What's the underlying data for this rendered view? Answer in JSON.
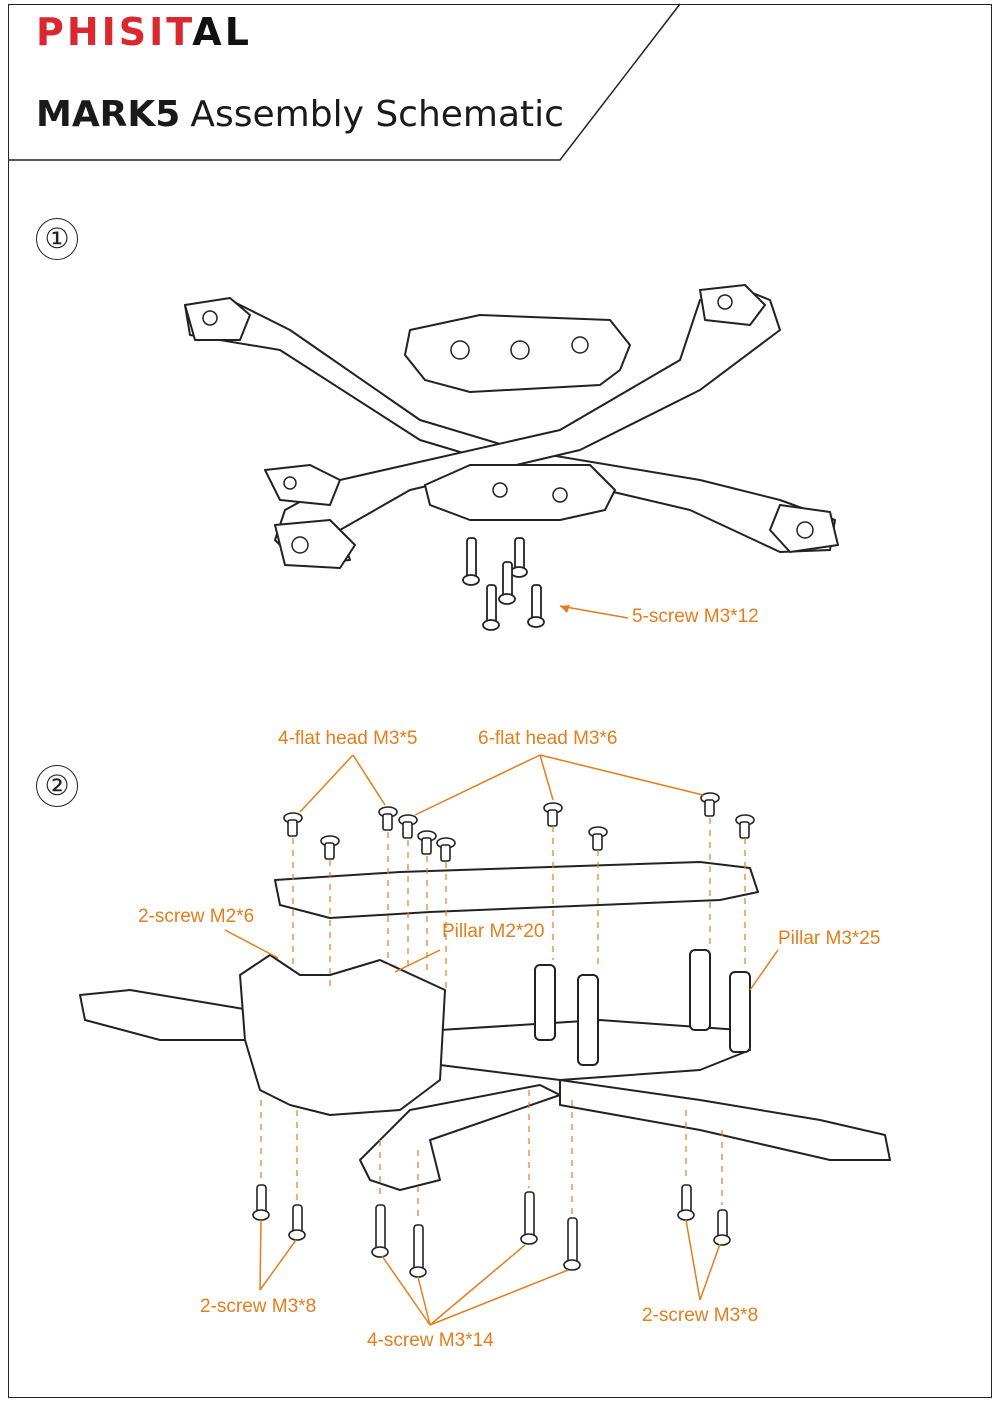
{
  "header": {
    "brand_part1": "PHISIT",
    "brand_part2": "AL",
    "title_bold": "MARK5",
    "title_rest": "Assembly Schematic"
  },
  "steps": {
    "step1": "①",
    "step2": "②"
  },
  "callouts": {
    "screw_m3x12": "5-screw M3*12",
    "flat_m3x5": "4-flat head M3*5",
    "flat_m3x6": "6-flat head M3*6",
    "screw_m2x6": "2-screw M2*6",
    "pillar_m2x20": "Pillar M2*20",
    "pillar_m3x25": "Pillar M3*25",
    "screw_m3x8_left": "2-screw M3*8",
    "screw_m3x14": "4-screw M3*14",
    "screw_m3x8_right": "2-screw M3*8"
  },
  "colors": {
    "accent": "#e47d1c",
    "brand_red": "#d9282f",
    "line": "#222222"
  }
}
